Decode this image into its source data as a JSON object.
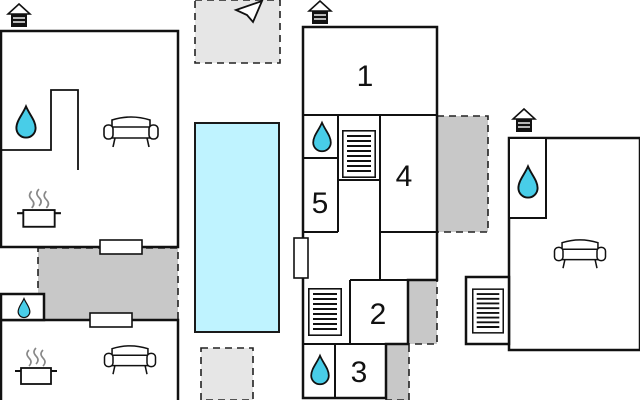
{
  "colors": {
    "wall": "#111111",
    "terrace": "#c8c8c8",
    "terrace_light": "#e6e6e6",
    "pool_fill": "#bff3ff",
    "pool_stroke": "#1a1a1a",
    "water": "#48cde8",
    "background": "#ffffff"
  },
  "room_numbers": {
    "room_1": "1",
    "room_2": "2",
    "room_3": "3",
    "room_4": "4",
    "room_5": "5"
  },
  "icons": [
    "house-icon",
    "water-drop-icon",
    "sofa-icon",
    "cooking-pot-icon",
    "stairs-icon",
    "door-icon",
    "compass-icon"
  ]
}
